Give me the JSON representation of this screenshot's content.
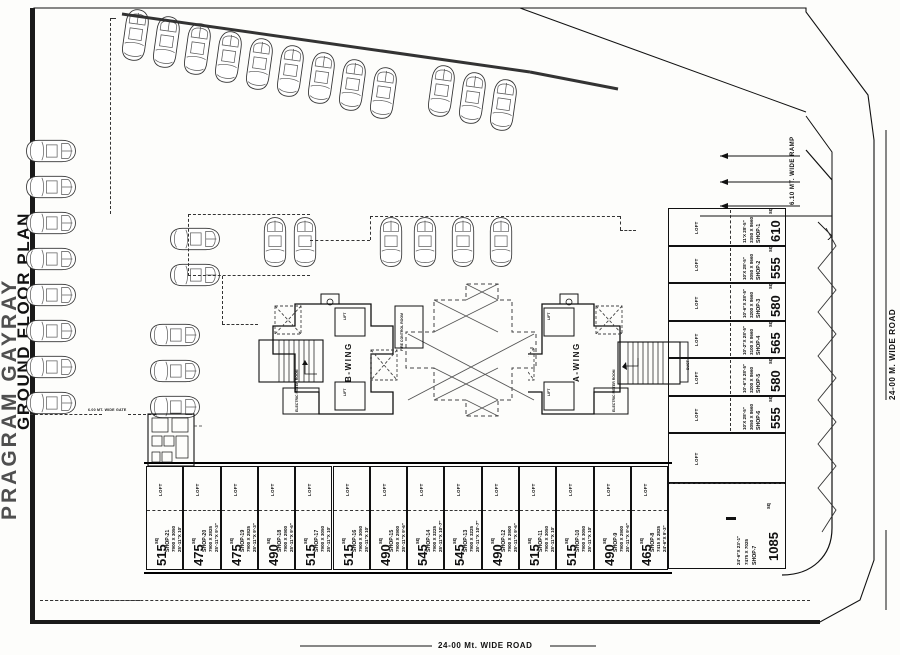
{
  "title": {
    "main": "GROUND FLOOR PLAN",
    "ghost": "PRAGRAM GAYRAY"
  },
  "roads": {
    "bottom": "24-00 Mt. WIDE ROAD",
    "right": "24-00 M. WIDE ROAD",
    "ramp": "6.10 MT. WIDE RAMP",
    "gate": "6.00 MT. WIDE GATE"
  },
  "wings": {
    "a": "A-WING",
    "b": "B-WING"
  },
  "rooms": {
    "lift": "LIFT",
    "electric_meter": "ELECTRIC METER ROOM",
    "fire_control": "FIRE CONTROL ROOM",
    "stair": "UP",
    "duct": "DUCT"
  },
  "units": {
    "sq_unit": "sq",
    "loft": "LOFT",
    "right_column": [
      {
        "area": "610",
        "name": "SHOP-1",
        "mm": "3350 X 8660",
        "ft": "11'X 28'-5\"",
        "loft": "LOFT"
      },
      {
        "area": "555",
        "name": "SHOP-2",
        "mm": "3050 X 8660",
        "ft": "10'X 28'-5\"",
        "loft": "LOFT"
      },
      {
        "area": "580",
        "name": "SHOP-3",
        "mm": "3200 X 8660",
        "ft": "10'-6\"X 28'-5\"",
        "loft": "LOFT"
      },
      {
        "area": "565",
        "name": "SHOP-4",
        "mm": "3100 X 8660",
        "ft": "10'-2\"X 28'-5\"",
        "loft": "LOFT"
      },
      {
        "area": "580",
        "name": "SHOP-5",
        "mm": "3200 X 8660",
        "ft": "10'-6\"X 28'-5\"",
        "loft": "LOFT"
      },
      {
        "area": "555",
        "name": "SHOP-6",
        "mm": "3050 X 8660",
        "ft": "10'X 28'-5\"",
        "loft": "LOFT"
      }
    ],
    "corner": {
      "area": "1085",
      "name": "SHOP-7",
      "mm": "7475 X 7025",
      "ft": "24'-6\"X 23'-1\"",
      "loft": "LOFT"
    },
    "bottom_row": [
      {
        "area": "515",
        "name": "SHOP-21",
        "mm": "7900 X 3050",
        "ft": "25'-11\"X 10'",
        "loft": "LOFT"
      },
      {
        "area": "475",
        "name": "SHOP-20",
        "mm": "7900 X 2825",
        "ft": "25'-11\"X 9'-3\"",
        "loft": "LOFT"
      },
      {
        "area": "475",
        "name": "SHOP-19",
        "mm": "7900 X 2825",
        "ft": "25'-11\"X 9'-3\"",
        "loft": "LOFT"
      },
      {
        "area": "490",
        "name": "SHOP-18",
        "mm": "7900 X 2900",
        "ft": "25'-11\"X 9'-6\"",
        "loft": "LOFT"
      },
      {
        "area": "515",
        "name": "SHOP-17",
        "mm": "7900 X 3050",
        "ft": "25'-11\"X 10'",
        "loft": "LOFT"
      },
      {
        "area": "515",
        "name": "SHOP-16",
        "mm": "7900 X 3050",
        "ft": "25'-11\"X 10'",
        "loft": "LOFT"
      },
      {
        "area": "490",
        "name": "SHOP-15",
        "mm": "7900 X 2900",
        "ft": "25'-11\"X 9'-6\"",
        "loft": "LOFT"
      },
      {
        "area": "545",
        "name": "SHOP-14",
        "mm": "7900 X 3225",
        "ft": "25'-11\"X 10'-7\"",
        "loft": "LOFT"
      },
      {
        "area": "545",
        "name": "SHOP-13",
        "mm": "7900 X 3225",
        "ft": "25'-11\"X 10'-7\"",
        "loft": "LOFT"
      },
      {
        "area": "490",
        "name": "SHOP-12",
        "mm": "7900 X 2900",
        "ft": "25'-11\"X 9'-6\"",
        "loft": "LOFT"
      },
      {
        "area": "515",
        "name": "SHOP-11",
        "mm": "7900 X 3050",
        "ft": "25'-11\"X 10'",
        "loft": "LOFT"
      },
      {
        "area": "515",
        "name": "SHOP-10",
        "mm": "7900 X 3050",
        "ft": "25'-11\"X 10'",
        "loft": "LOFT"
      },
      {
        "area": "490",
        "name": "SHOP-9",
        "mm": "7900 X 2900",
        "ft": "25'-11\"X 9'-6\"",
        "loft": "LOFT"
      },
      {
        "area": "465",
        "name": "SHOP-8",
        "mm": "7415 X 2825",
        "ft": "24'-6\"X 9'-3\"",
        "loft": "LOFT"
      }
    ]
  },
  "colors": {
    "ink": "#111111",
    "paper": "#fdfdfb"
  }
}
